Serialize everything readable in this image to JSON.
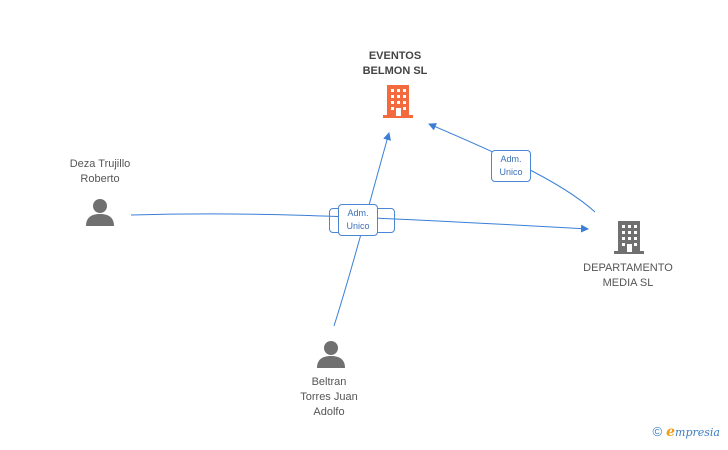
{
  "diagram": {
    "nodes": [
      {
        "id": "eventos",
        "type": "company",
        "label": "EVENTOS\nBELMON SL",
        "color": "#f26a3d",
        "icon": "building-icon"
      },
      {
        "id": "departamento",
        "type": "company",
        "label": "DEPARTAMENTO\nMEDIA SL",
        "color": "#707070",
        "icon": "building-icon"
      },
      {
        "id": "deza",
        "type": "person",
        "label": "Deza Trujillo\nRoberto",
        "color": "#707070",
        "icon": "person-icon"
      },
      {
        "id": "beltran",
        "type": "person",
        "label": "Beltran\nTorres Juan\nAdolfo",
        "color": "#707070",
        "icon": "person-icon"
      }
    ],
    "edges": [
      {
        "from": "deza",
        "to": "departamento",
        "label": "Adm.\nUnico"
      },
      {
        "from": "beltran",
        "to": "eventos",
        "label": "Adm.\nUnico"
      },
      {
        "from": "departamento",
        "to": "eventos",
        "label": "Adm.\nUnico"
      }
    ],
    "edge_color": "#3a7fd5"
  },
  "footer": {
    "copyright_symbol": "©",
    "brand_initial": "e",
    "brand_rest": "mpresia"
  }
}
